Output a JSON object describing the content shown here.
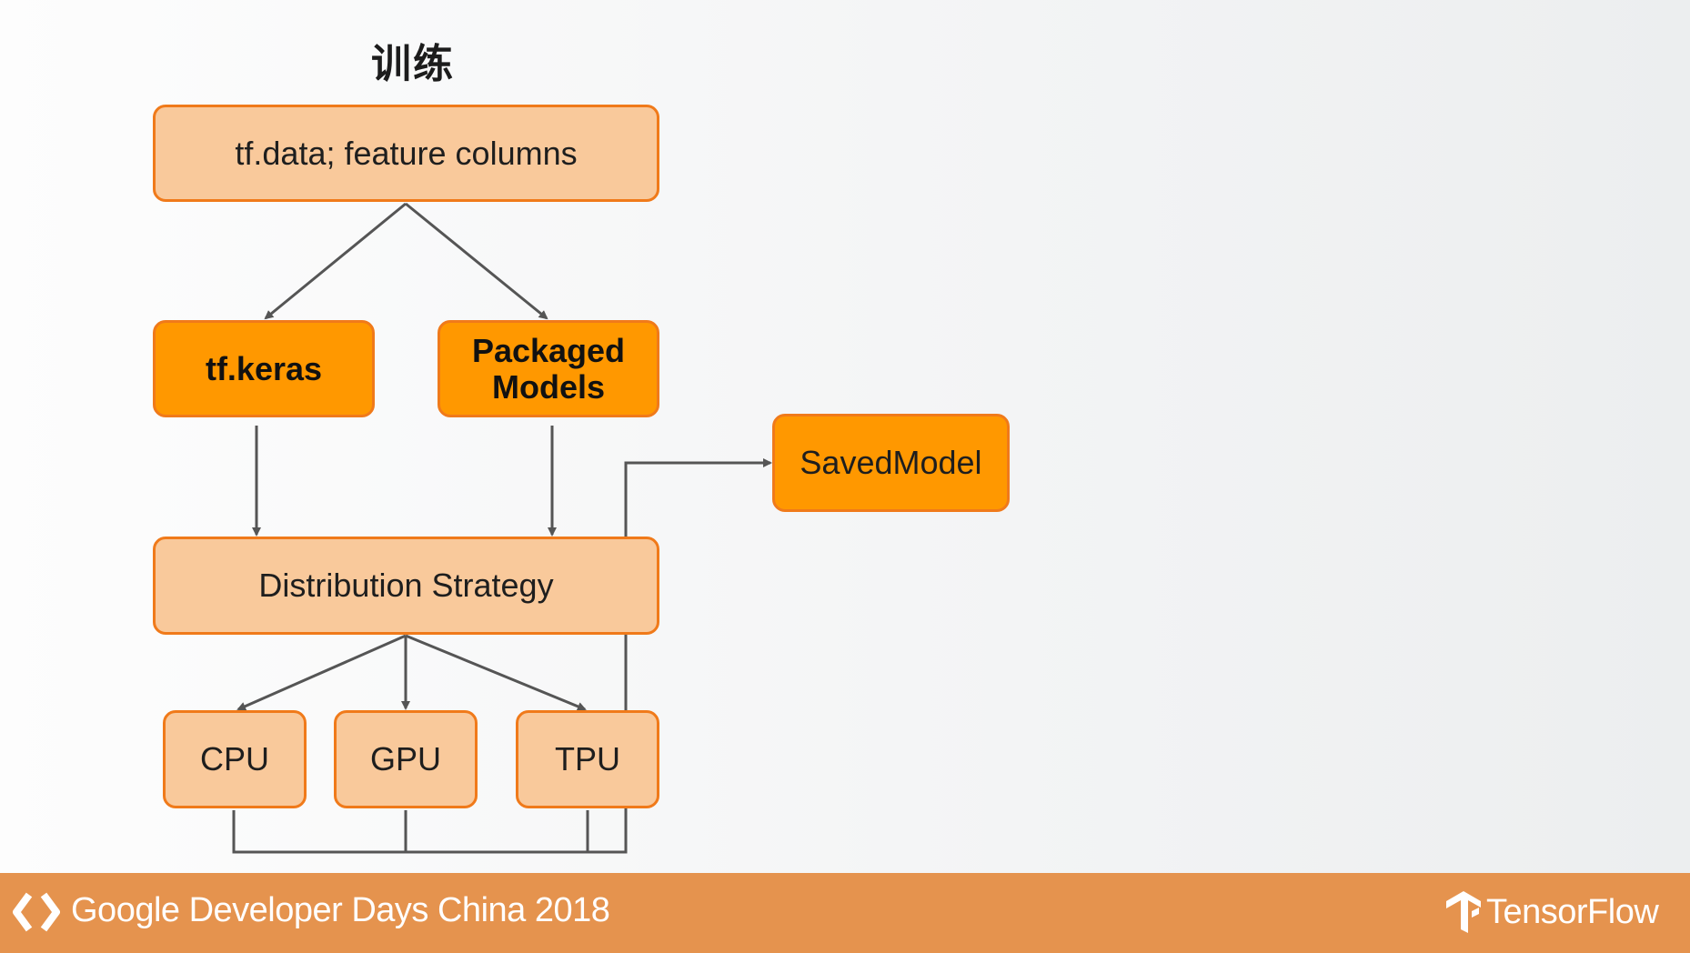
{
  "slide": {
    "title": "训练",
    "nodes": {
      "data": "tf.data; feature columns",
      "keras": "tf.keras",
      "packaged_line1": "Packaged",
      "packaged_line2": "Models",
      "saved_model": "SavedModel",
      "distribution": "Distribution Strategy",
      "cpu": "CPU",
      "gpu": "GPU",
      "tpu": "TPU"
    },
    "colors": {
      "light_box": "#f9c99b",
      "dark_box": "#ff9800",
      "border": "#f07a1a",
      "connector": "#555555",
      "footer": "#e5934e"
    }
  },
  "footer": {
    "event_text": "Google Developer Days China 2018",
    "brand_text": "TensorFlow",
    "event_icon": "gdd-brackets-icon",
    "brand_icon": "tensorflow-logo-icon"
  }
}
